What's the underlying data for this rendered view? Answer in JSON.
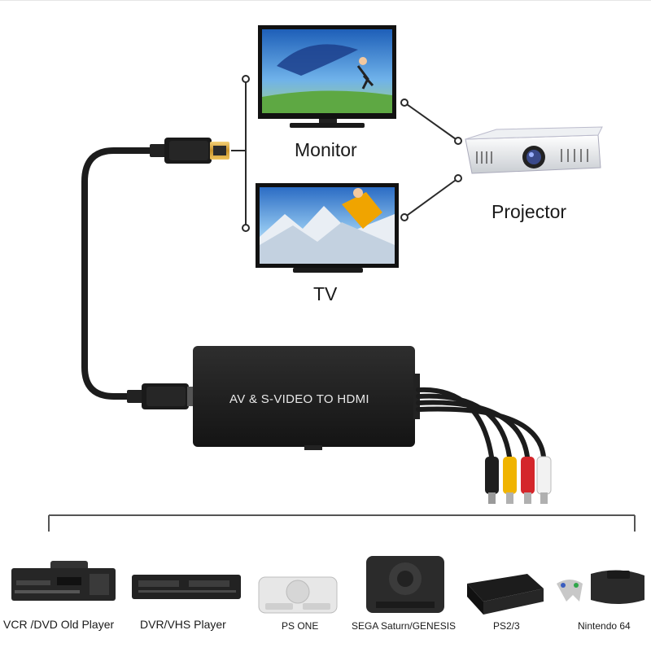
{
  "outputs": {
    "monitor": "Monitor",
    "tv": "TV",
    "projector": "Projector"
  },
  "converter": {
    "label": "AV & S-VIDEO TO HDMI"
  },
  "sources": [
    {
      "name": "vcr-dvd-player",
      "label": "VCR /DVD Old Player"
    },
    {
      "name": "dvr-vhs-player",
      "label": "DVR/VHS Player"
    },
    {
      "name": "ps-one",
      "label": "PS ONE"
    },
    {
      "name": "sega-saturn",
      "label": "SEGA Saturn/GENESIS"
    },
    {
      "name": "ps2-3",
      "label": "PS2/3"
    },
    {
      "name": "nintendo-64",
      "label": "Nintendo 64"
    }
  ],
  "colors": {
    "cable": "#1c1c1c",
    "rca_yellow": "#f0b400",
    "rca_red": "#d4262b",
    "rca_white": "#f2f2f2",
    "gold": "#d8a83a",
    "line": "#2a2a2a"
  }
}
